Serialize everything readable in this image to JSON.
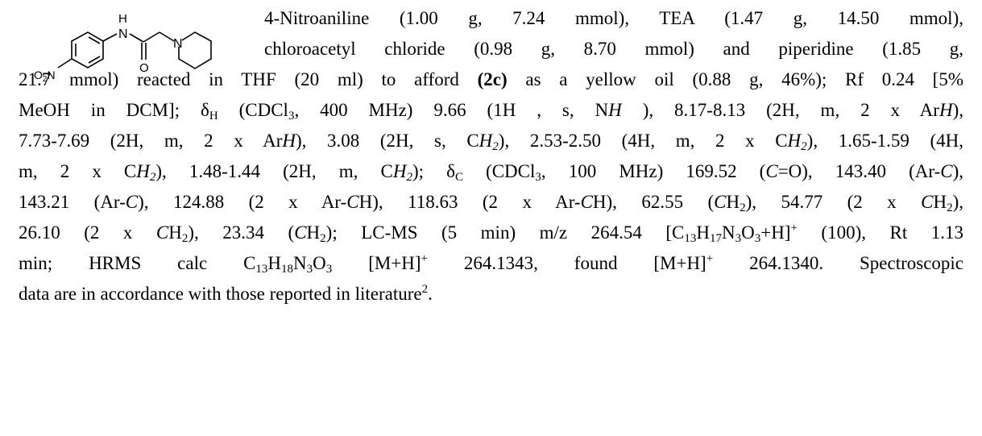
{
  "structure": {
    "atom_labels": {
      "nh_h": "H",
      "nh_n": "N",
      "ring_n": "N",
      "carbonyl_o": "O",
      "no2": "O",
      "no2_sub": "2",
      "no2_n": "N"
    }
  },
  "paragraph": {
    "l1": "4-Nitroaniline (1.00 g, 7.24 mmol), TEA (1.47 g, 14.50 mmol),",
    "l2": "chloroacetyl chloride (0.98 g, 8.70 mmol) and piperidine (1.85 g,",
    "l3a": "21.7 mmol) reacted in THF (20 ml) to afford ",
    "l3b": "(2c)",
    "l3c": " as a yellow oil (0.88 g, 46%); Rf 0.24 [5%",
    "l4a": "MeOH in DCM]; δ",
    "l4b": "H",
    "l4c": " (CDCl",
    "l4d": "3",
    "l4e": ", 400 MHz) 9.66 (1H , s, N",
    "l4f": "H",
    "l4g": " ), 8.17-8.13 (2H, m, 2 x Ar",
    "l4h": "H",
    "l4i": "),",
    "l5a": "7.73-7.69 (2H, m, 2 x Ar",
    "l5b": "H",
    "l5c": "), 3.08 (2H, s, C",
    "l5d": "H",
    "l5e": "2",
    "l5f": "), 2.53-2.50 (4H, m, 2 x C",
    "l5g": "H",
    "l5h": "2",
    "l5i": "), 1.65-1.59 (4H,",
    "l6a": "m, 2 x C",
    "l6b": "H",
    "l6c": "2",
    "l6d": "), 1.48-1.44 (2H, m, C",
    "l6e": "H",
    "l6f": "2",
    "l6g": "); δ",
    "l6h": "C",
    "l6i": " (CDCl",
    "l6j": "3",
    "l6k": ", 100 MHz) 169.52 (",
    "l6l": "C",
    "l6m": "=O), 143.40 (Ar-",
    "l6n": "C",
    "l6o": "),",
    "l7a": "143.21 (Ar-",
    "l7b": "C",
    "l7c": "), 124.88 (2 x Ar-",
    "l7d": "C",
    "l7e": "H), 118.63 (2 x Ar-",
    "l7f": "C",
    "l7g": "H), 62.55 (",
    "l7h": "C",
    "l7i": "H",
    "l7j": "2",
    "l7k": "), 54.77 (2 x ",
    "l7l": "C",
    "l7m": "H",
    "l7n": "2",
    "l7o": "),",
    "l8a": "26.10 (2 x ",
    "l8b": "C",
    "l8c": "H",
    "l8d": "2",
    "l8e": "), 23.34 (",
    "l8f": "C",
    "l8g": "H",
    "l8h": "2",
    "l8i": "); LC-MS (5 min) m/z 264.54 [C",
    "l8j": "13",
    "l8k": "H",
    "l8l": "17",
    "l8m": "N",
    "l8n": "3",
    "l8o": "O",
    "l8p": "3",
    "l8q": "+H]",
    "l8r": "+",
    "l8s": " (100), Rt 1.13",
    "l9a": "min; HRMS calc C",
    "l9b": "13",
    "l9c": "H",
    "l9d": "18",
    "l9e": "N",
    "l9f": "3",
    "l9g": "O",
    "l9h": "3",
    "l9i": " [M+H]",
    "l9j": "+",
    "l9k": " 264.1343, found [M+H]",
    "l9l": "+",
    "l9m": " 264.1340. Spectroscopic",
    "l10a": "data are in accordance with those reported in literature",
    "l10b": "2",
    "l10c": "."
  }
}
